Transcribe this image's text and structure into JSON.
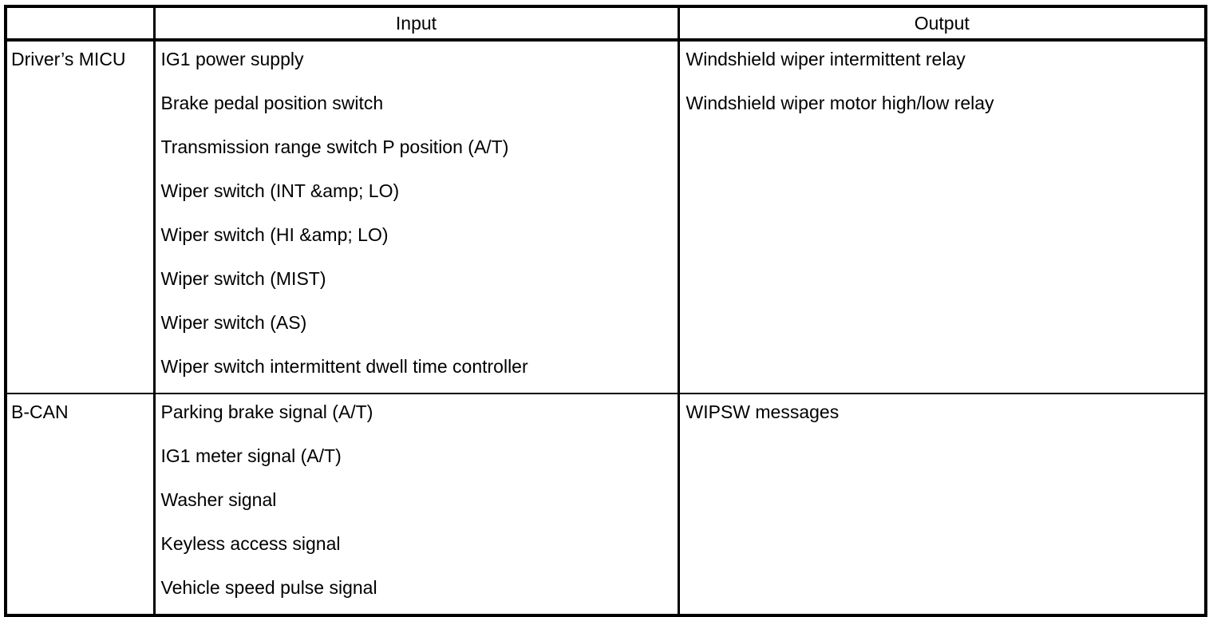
{
  "table": {
    "headers": {
      "module": "",
      "input": "Input",
      "output": "Output"
    },
    "sections": [
      {
        "module": "Driver’s MICU",
        "inputs": [
          "IG1 power supply",
          "Brake pedal position switch",
          "Transmission range switch P position (A/T)",
          "Wiper switch (INT &amp; LO)",
          "Wiper switch (HI &amp; LO)",
          "Wiper switch (MIST)",
          "Wiper switch (AS)",
          "Wiper switch intermittent dwell time controller"
        ],
        "outputs": [
          "Windshield wiper intermittent relay",
          "Windshield wiper motor high/low relay"
        ]
      },
      {
        "module": "B-CAN",
        "inputs": [
          "Parking brake signal (A/T)",
          "IG1 meter signal (A/T)",
          "Washer signal",
          "Keyless access signal",
          "Vehicle speed pulse signal"
        ],
        "outputs": [
          "WIPSW messages"
        ]
      }
    ]
  },
  "colors": {
    "border": "#000000",
    "text": "#000000",
    "background": "#ffffff"
  }
}
